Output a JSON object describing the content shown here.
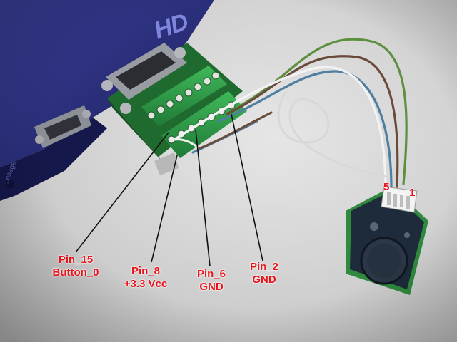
{
  "device": {
    "hd_mark": "HD",
    "brand_text": "...nsage"
  },
  "labels": {
    "pin15": {
      "line1": "Pin_15",
      "line2": "Button_0"
    },
    "pin8": {
      "line1": "Pin_8",
      "line2": "+3.3 Vcc"
    },
    "pin6": {
      "line1": "Pin_6",
      "line2": "GND"
    },
    "pin2": {
      "line1": "Pin_2",
      "line2": "GND"
    }
  },
  "sensor_pins": {
    "left": "5",
    "right": "1"
  },
  "colors": {
    "label_red": "#e8141b",
    "wire_green": "#5c8f3e",
    "wire_brown": "#6a4a3a",
    "wire_blue": "#4f7ea0",
    "wire_white": "#f2f2f2",
    "terminal_green": "#2f9e4a",
    "device_blue": "#2a2f7a",
    "pcb_dark": "#1d2b3a"
  }
}
